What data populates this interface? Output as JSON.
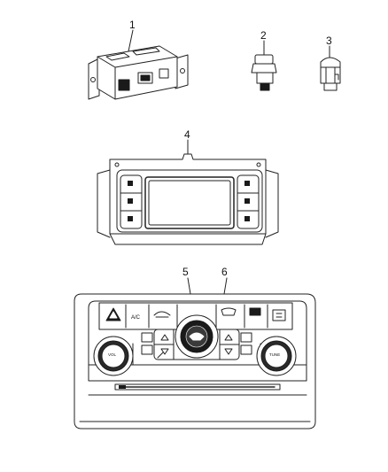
{
  "callouts": [
    "1",
    "2",
    "3",
    "4",
    "5",
    "6"
  ],
  "panel_labels": {
    "ac_button": "A/C",
    "vol_knob": "VOL",
    "tune_knob": "TUNE"
  },
  "colors": {
    "line": "#222222",
    "fill": "#ffffff",
    "dark": "#1a1a1a"
  }
}
